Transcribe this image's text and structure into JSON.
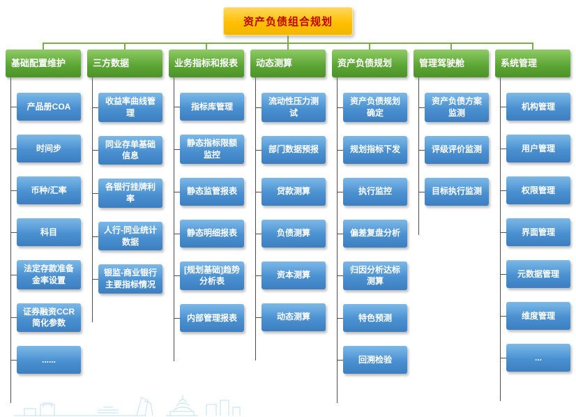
{
  "title": "资产负债组合规划",
  "colors": {
    "title_bg": "#FFC000",
    "title_text": "#C00000",
    "category_bg": "#5AA434",
    "module_bg": "#4A90D0",
    "top_connector": "#76B043",
    "column_connector": "#4D4D4D"
  },
  "columns": [
    {
      "header": "基础配置维护",
      "children": [
        "产品册COA",
        "时间步",
        "币种/汇率",
        "科目",
        "法定存款准备金率设置",
        "证券融资CCR简化参数",
        "......"
      ]
    },
    {
      "header": "三方数据",
      "children": [
        "收益率曲线管理",
        "同业存单基础信息",
        "各银行挂牌利率",
        "人行-同业统计数据",
        "银监-商业银行主要指标情况"
      ]
    },
    {
      "header": "业务指标和报表",
      "children": [
        "指标库管理",
        "静态指标限额监控",
        "静态监管报表",
        "静态明细报表",
        "[规划基础]趋势分析表",
        "内部管理报表"
      ]
    },
    {
      "header": "动态测算",
      "children": [
        "流动性压力测试",
        "部门数据预报",
        "贷款测算",
        "负债测算",
        "资本测算",
        "动态测算"
      ]
    },
    {
      "header": "资产负债规划",
      "children": [
        "资产负债规划确定",
        "规划指标下发",
        "执行监控",
        "偏差复盘分析",
        "归因分析达标测算",
        "特色预测",
        "回溯检验"
      ]
    },
    {
      "header": "管理驾驶舱",
      "children": [
        "资产负债方案监测",
        "评级评价监测",
        "目标执行监测"
      ]
    },
    {
      "header": "系统管理",
      "children": [
        "机构管理",
        "用户管理",
        "权限管理",
        "界面管理",
        "元数据管理",
        "维度管理",
        "..."
      ]
    }
  ]
}
